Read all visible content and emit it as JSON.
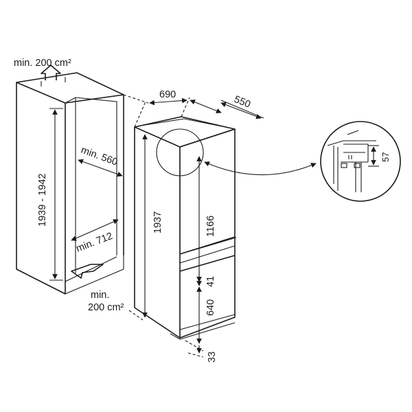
{
  "labels": {
    "vent_top": "min. 200 cm²",
    "vent_bottom_line1": "min.",
    "vent_bottom_line2": "200 cm²",
    "niche_height": "1939 - 1942",
    "niche_width": "min. 560",
    "niche_depth": "min. 712",
    "appliance_width": "690",
    "appliance_depth": "550",
    "appliance_height": "1937",
    "upper_door_height": "1166",
    "door_gap": "41",
    "lower_door_height": "640",
    "bottom_offset": "33",
    "detail_height": "57"
  }
}
